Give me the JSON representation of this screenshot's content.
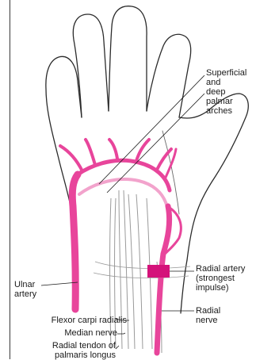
{
  "labels": {
    "arches": "Superficial\nand\ndeep\npalmar\narches",
    "radial_artery": "Radial artery\n(strongest\nimpulse)",
    "ulnar_artery": "Ulnar\nartery",
    "radial_nerve": "Radial\nnerve",
    "flexor_carpi_radialis": "Flexor carpi radialis",
    "median_nerve": "Median nerve",
    "palmaris_longus": "Radial tendon of\npalmaris longus"
  },
  "colors": {
    "artery": "#e8459b",
    "artery_light": "#f2a3cc",
    "pulse_marker": "#d4127a",
    "outline": "#2b2b2b",
    "tendon": "#9a9a9a"
  }
}
